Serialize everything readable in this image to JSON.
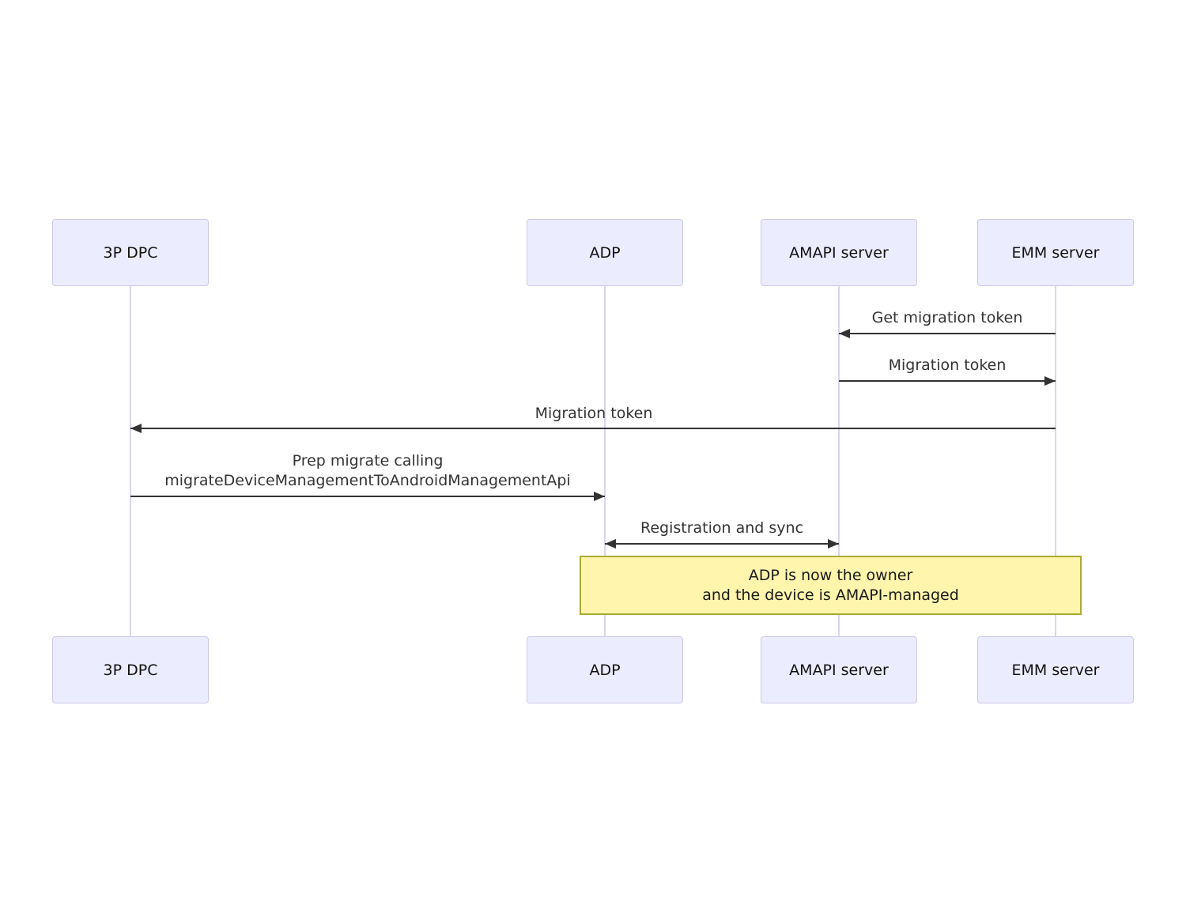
{
  "diagram": {
    "kind": "sequence-diagram",
    "actors": [
      {
        "id": "3p-dpc",
        "label": "3P DPC"
      },
      {
        "id": "adp",
        "label": "ADP"
      },
      {
        "id": "amapi-server",
        "label": "AMAPI server"
      },
      {
        "id": "emm-server",
        "label": "EMM server"
      }
    ],
    "messages": [
      {
        "label": "Get migration token",
        "from": "EMM server",
        "to": "AMAPI server",
        "direction": "left"
      },
      {
        "label": "Migration token",
        "from": "AMAPI server",
        "to": "EMM server",
        "direction": "right"
      },
      {
        "label": "Migration token",
        "from": "EMM server",
        "to": "3P DPC",
        "direction": "left"
      },
      {
        "line1": "Prep migrate calling",
        "line2": "migrateDeviceManagementToAndroidManagementApi",
        "from": "3P DPC",
        "to": "ADP",
        "direction": "right"
      },
      {
        "label": "Registration and sync",
        "from": "ADP",
        "to": "AMAPI server",
        "direction": "both"
      }
    ],
    "note": {
      "line1": "ADP is now the owner",
      "line2": "and the device is AMAPI-managed",
      "over": "ADP to EMM server"
    },
    "colors": {
      "actor_fill": "#ECECFF",
      "actor_border": "#CFC7E8",
      "lifeline": "#D9D5F0",
      "arrow": "#333333",
      "message_text": "#333333",
      "note_fill": "#FFF5AD",
      "note_border": "#AAAA33",
      "background": "#FFFFFF"
    }
  }
}
